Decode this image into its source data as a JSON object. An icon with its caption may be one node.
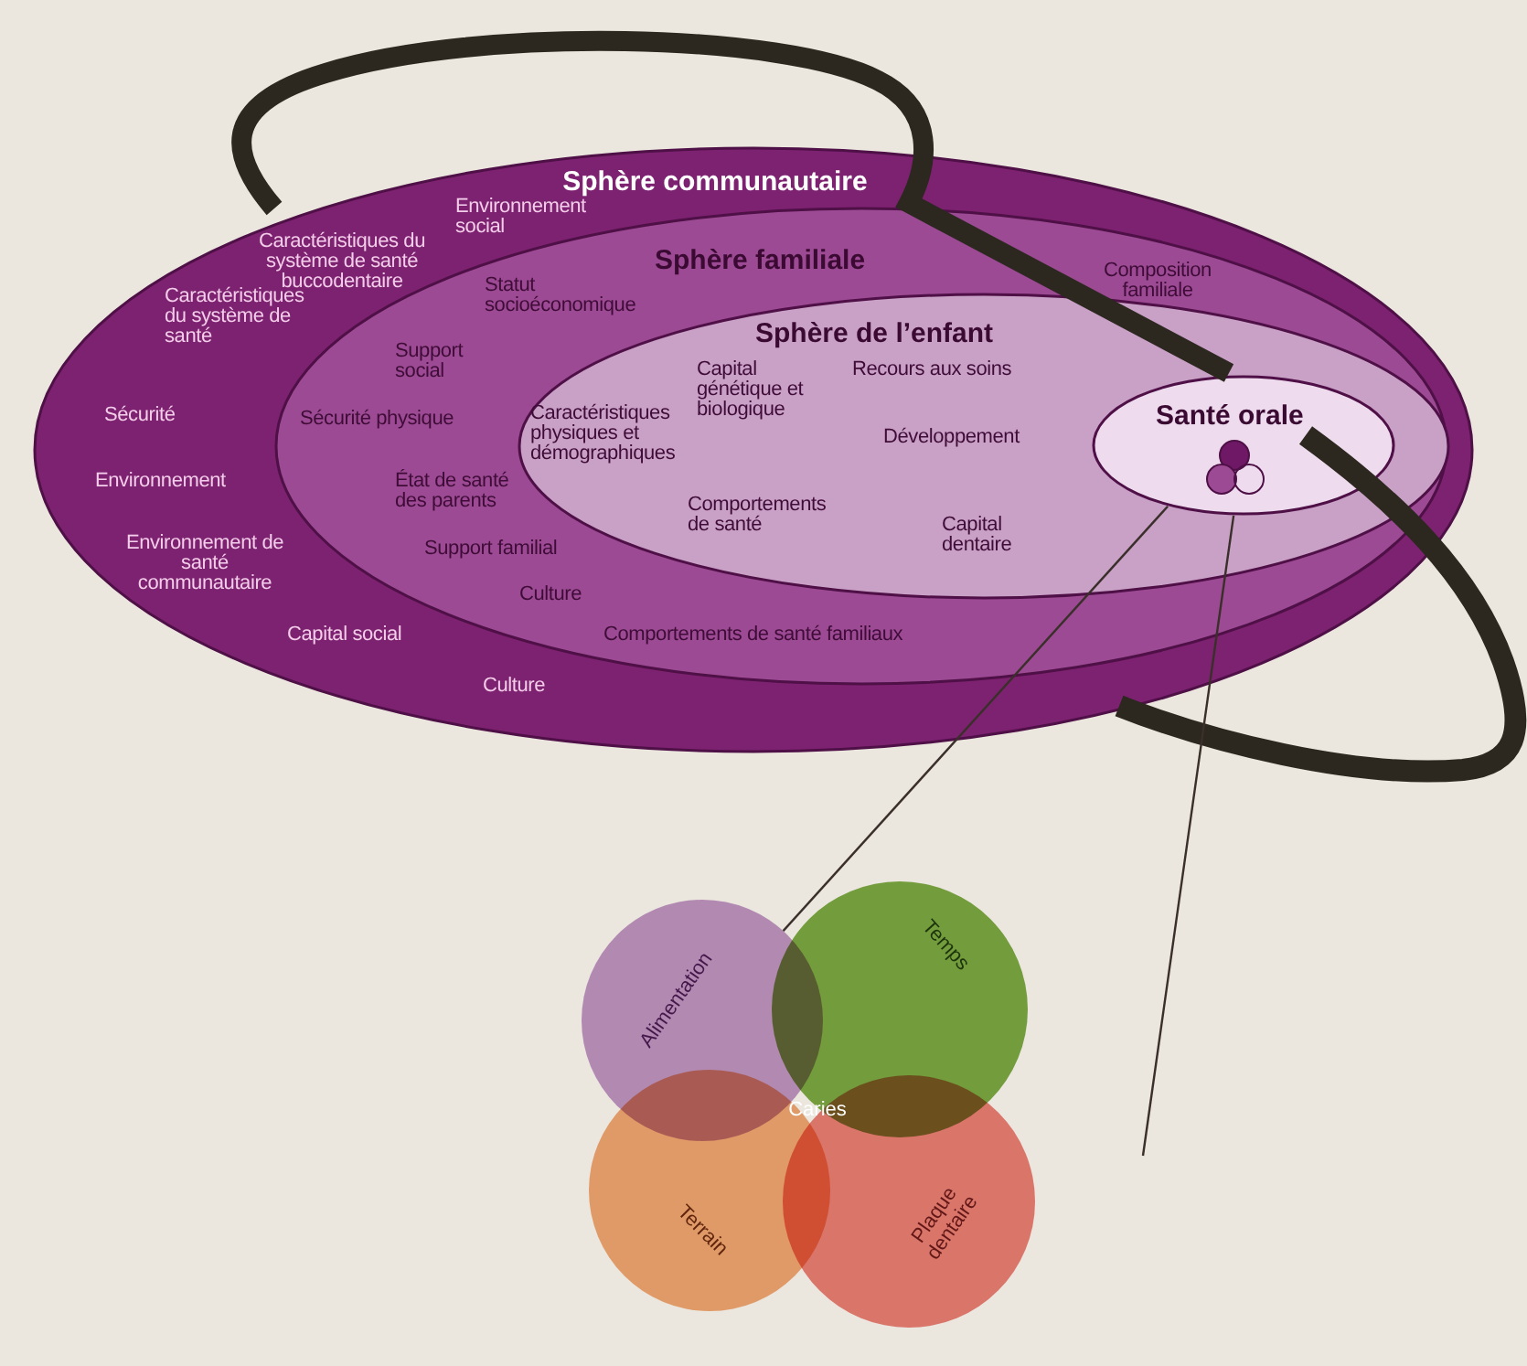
{
  "diagram": {
    "nodes": [
      {
        "text": [
          "Sphère communautaire",
          "Environnement social",
          "Caractéristiques du système de santé buccodentaire",
          "Caractéristiques du système de santé",
          "Sécurité",
          "Environnement",
          "Environnement de santé communautaire",
          "Capital social",
          "Culture"
        ]
      },
      {
        "text": [
          "Sphère familiale",
          "Statut socioéconomique",
          "Support social",
          "Sécurité physique",
          "État de santé des parents",
          "Support familial",
          "Culture",
          "Comportements de santé familiaux",
          "Composition familiale"
        ],
        "in": 0
      },
      {
        "text": [
          "Sphère de l’enfant",
          "Capital génétique et biologique",
          "Recours aux soins",
          "Caractéristiques physiques et démographiques",
          "Développement",
          "Comportements de santé",
          "Capital dentaire"
        ],
        "in": 1
      },
      {
        "text": [
          "Santé orale"
        ],
        "in": 2
      },
      {
        "text": [
          "Alimentation"
        ]
      },
      {
        "text": [
          "Temps"
        ]
      },
      {
        "text": [
          "Terrain"
        ]
      },
      {
        "text": [
          "Plaque dentaire"
        ]
      }
    ],
    "edges": [
      {
        "from": 3,
        "to": 4,
        "arrow": "none"
      },
      {
        "from": 3,
        "to": null,
        "arrow": "none"
      }
    ],
    "labels": [
      "Caries"
    ]
  }
}
